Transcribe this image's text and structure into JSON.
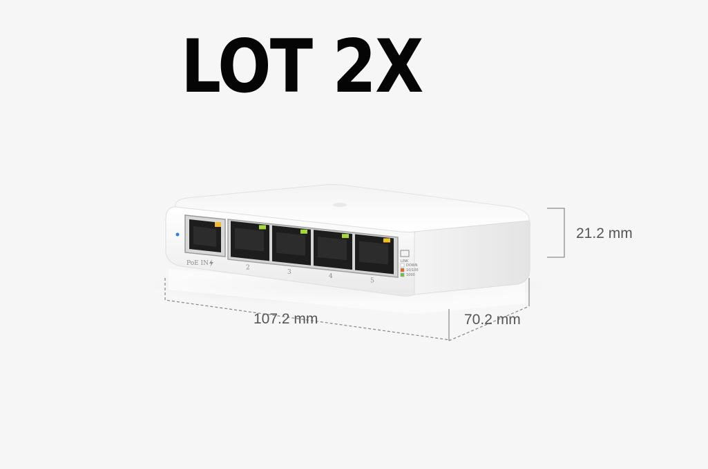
{
  "headline": "LOT 2X",
  "dimensions": {
    "height": "21.2 mm",
    "width": "107.2 mm",
    "depth": "70.2 mm"
  },
  "device": {
    "ports": [
      {
        "label": "PoE IN",
        "led_color": "#f2b92c",
        "icon": "lightning-icon"
      },
      {
        "label": "2",
        "led_color": "#a6d83a"
      },
      {
        "label": "3",
        "led_color": "#a6d83a"
      },
      {
        "label": "4",
        "led_color": "#a6d83a"
      },
      {
        "label": "5",
        "led_color": "#f2c21e"
      }
    ],
    "legend": {
      "title": "LINK",
      "items": [
        {
          "label": "DOWN",
          "color": "#ffffff"
        },
        {
          "label": "10/100",
          "color": "#e8641c"
        },
        {
          "label": "1000",
          "color": "#6cc43c"
        }
      ]
    },
    "power_led_color": "#2f7fe0"
  }
}
